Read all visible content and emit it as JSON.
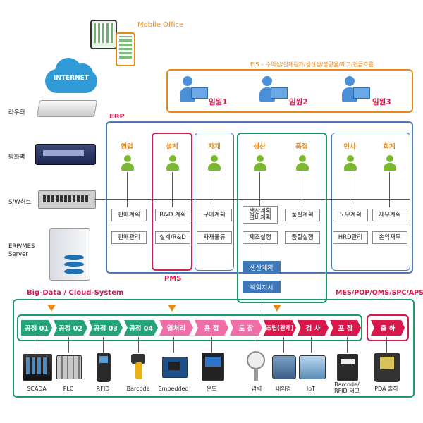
{
  "mobile": {
    "label": "Mobile Office"
  },
  "internet": {
    "label": "INTERNET"
  },
  "devices": {
    "router": "라우터",
    "firewall": "방화벽",
    "hub": "S/W허브",
    "server": "ERP/MES\nServer"
  },
  "eis": {
    "label": "EIS – 수익성/실제원가/생산성/불량율/재고/현금흐름",
    "executives": [
      "임원1",
      "임원2",
      "임원3"
    ]
  },
  "erp": {
    "label": "ERP"
  },
  "pms": {
    "label": "PMS"
  },
  "mes": {
    "label": "MES/POP/QMS/SPC/APS"
  },
  "bigdata": {
    "label": "Big-Data / Cloud-System"
  },
  "departments": {
    "sales": {
      "name": "영업",
      "tasks": [
        "판매계획",
        "판매관리"
      ]
    },
    "design": {
      "name": "설계",
      "tasks": [
        "R&D 계획",
        "설계/R&D"
      ]
    },
    "material": {
      "name": "자재",
      "tasks": [
        "구매계획",
        "자재물류"
      ]
    },
    "production": {
      "name": "생산",
      "tasks": [
        "생산계획\n설비계획",
        "제조실행"
      ]
    },
    "quality": {
      "name": "품질",
      "tasks": [
        "품질계획",
        "품질실행"
      ]
    },
    "hr": {
      "name": "인사",
      "tasks": [
        "노무계획",
        "HRD관리"
      ]
    },
    "accounting": {
      "name": "회계",
      "tasks": [
        "재무계획",
        "손익재무"
      ]
    }
  },
  "production_flow": [
    "생산계획",
    "작업지시"
  ],
  "processes": [
    "공정 01",
    "공정 02",
    "공정 03",
    "공정 04",
    "열처리",
    "용 접",
    "도 장",
    "조립(완제)",
    "검 사",
    "포 장",
    "출 하"
  ],
  "tools": [
    "SCADA",
    "PLC",
    "RFID",
    "Barcode",
    "Embedded",
    "온도",
    "압력",
    "내외경",
    "IoT",
    "Barcode/\nRFID 태그",
    "PDA 출하"
  ],
  "colors": {
    "erp": "#4a79b3",
    "pms": "#d4204e",
    "mes": "#1f9a6e",
    "orange": "#e8891a",
    "green_proc": "#25a37a",
    "pink_proc": "#ee6fa8",
    "red_proc": "#d8174a"
  }
}
